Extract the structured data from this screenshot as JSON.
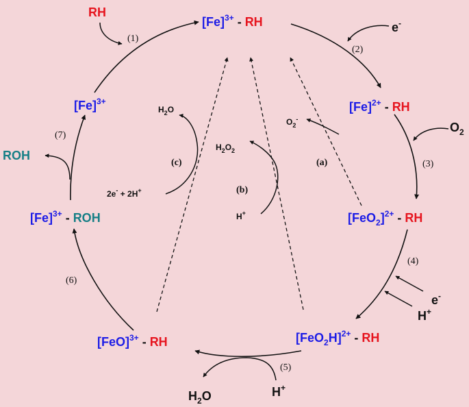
{
  "species": {
    "fe3_rh": {
      "a": "[Fe]",
      "b": "3+",
      "c": " - ",
      "d": "RH"
    },
    "fe2_rh": {
      "a": "[Fe]",
      "b": "2+",
      "c": " - ",
      "d": "RH"
    },
    "feo2_rh": {
      "a": "[FeO",
      "b": "2",
      "c": "]",
      "d": "2+",
      "e": " - ",
      "f": "RH"
    },
    "feo2h_rh": {
      "a": "[FeO",
      "b": "2",
      "c": "H]",
      "d": "2+",
      "e": " - ",
      "f": "RH"
    },
    "feo_rh": {
      "a": "[FeO]",
      "b": "3+",
      "c": " - ",
      "d": "RH"
    },
    "fe3_roh": {
      "a": "[Fe]",
      "b": "3+",
      "c": " - ",
      "d": "ROH"
    },
    "fe3": {
      "a": "[Fe]",
      "b": "3+"
    }
  },
  "reagents": {
    "rh": "RH",
    "electron_2": {
      "a": "e",
      "b": "-"
    },
    "o2": {
      "a": "O",
      "b": "2"
    },
    "electron_4": {
      "a": "e",
      "b": "-"
    },
    "proton_4": {
      "a": "H",
      "b": "+"
    },
    "proton_5": {
      "a": "H",
      "b": "+"
    },
    "water_5": {
      "a": "H",
      "b": "2",
      "c": "O"
    },
    "roh": "ROH"
  },
  "steps": [
    "(1)",
    "(2)",
    "(3)",
    "(4)",
    "(5)",
    "(6)",
    "(7)"
  ],
  "shunts": {
    "a": {
      "label": "(a)",
      "product": {
        "a": "O",
        "b": "2",
        "c": "-"
      }
    },
    "b": {
      "label": "(b)",
      "reagent": {
        "a": "H",
        "b": "+"
      },
      "product": {
        "a": "H",
        "b": "2",
        "c": "O",
        "d": "2"
      }
    },
    "c": {
      "label": "(c)",
      "reagent": {
        "a": "2e",
        "b": "-",
        "c": " + 2H",
        "d": "+"
      },
      "product": {
        "a": "H",
        "b": "2",
        "c": "O"
      }
    }
  }
}
